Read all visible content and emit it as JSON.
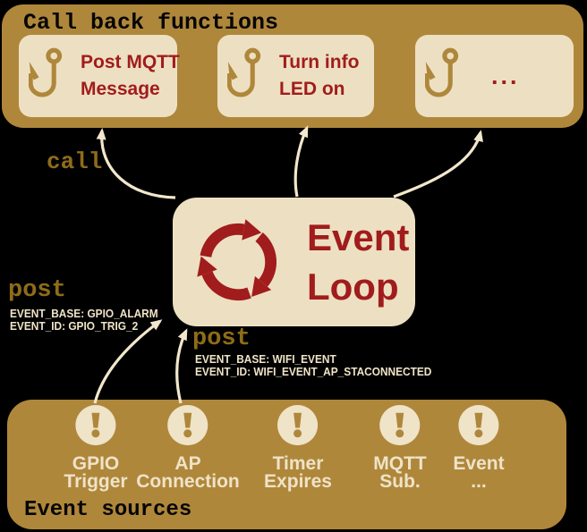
{
  "colors": {
    "background": "#000000",
    "banner_gold": "#AF873B",
    "box_cream": "#EDE0C2",
    "accent_dark_red": "#A11C1C",
    "edge_label_brown": "#8E6C19",
    "meta_text_cream": "#F0E4C8",
    "arrow_cream": "#F2E7CC",
    "title_black": "#060606"
  },
  "callbacks": {
    "title": "Call back functions",
    "boxes": [
      {
        "line1": "Post MQTT",
        "line2": "Message"
      },
      {
        "line1": "Turn info",
        "line2": "LED on"
      },
      {
        "line1": "..."
      }
    ]
  },
  "event_loop": {
    "line1": "Event",
    "line2": "Loop"
  },
  "edges": {
    "call_label": "call",
    "post1": {
      "label": "post",
      "event_base": "EVENT_BASE: GPIO_ALARM",
      "event_id": "EVENT_ID: GPIO_TRIG_2"
    },
    "post2": {
      "label": "post",
      "event_base": "EVENT_BASE: WIFI_EVENT",
      "event_id": "EVENT_ID: WIFI_EVENT_AP_STACONNECTED"
    }
  },
  "sources": {
    "title": "Event sources",
    "items": [
      {
        "line1": "GPIO",
        "line2": "Trigger"
      },
      {
        "line1": "AP",
        "line2": "Connection"
      },
      {
        "line1": "Timer",
        "line2": "Expires"
      },
      {
        "line1": "MQTT",
        "line2": "Sub."
      },
      {
        "line1": "Event",
        "line2": "..."
      }
    ]
  }
}
